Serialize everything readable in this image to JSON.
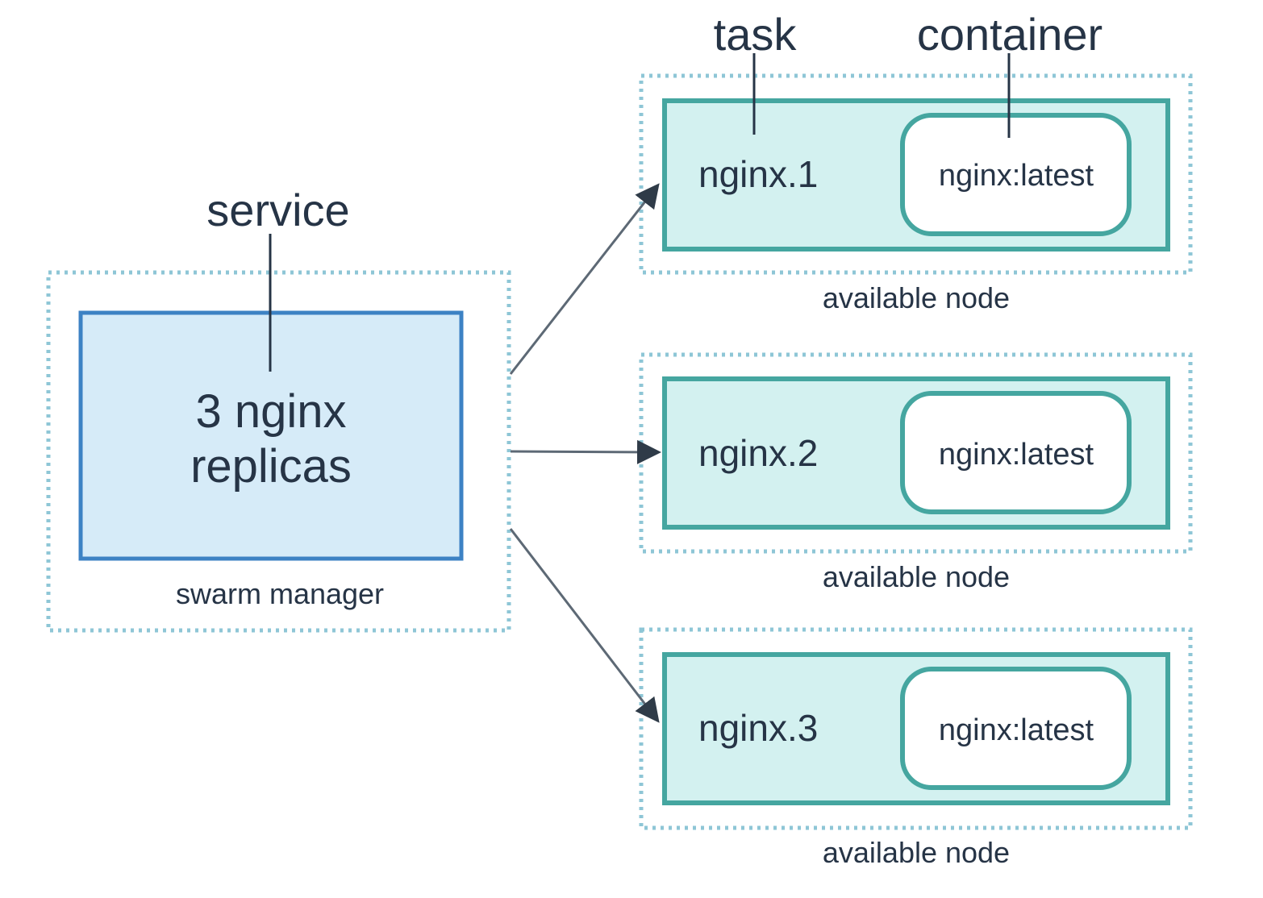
{
  "labels": {
    "service": "service",
    "task": "task",
    "container": "container"
  },
  "manager": {
    "replicas_line1": "3 nginx",
    "replicas_line2": "replicas",
    "caption": "swarm manager"
  },
  "nodes": [
    {
      "task": "nginx.1",
      "container": "nginx:latest",
      "caption": "available node"
    },
    {
      "task": "nginx.2",
      "container": "nginx:latest",
      "caption": "available node"
    },
    {
      "task": "nginx.3",
      "container": "nginx:latest",
      "caption": "available node"
    }
  ],
  "colors": {
    "text": "#263446",
    "dotted_border": "#8ec6d6",
    "service_fill": "#d6ebf8",
    "service_border": "#3d82c4",
    "task_fill": "#d3f1f0",
    "task_border": "#45a6a0",
    "container_fill": "#ffffff",
    "arrow": "#5d6975"
  }
}
